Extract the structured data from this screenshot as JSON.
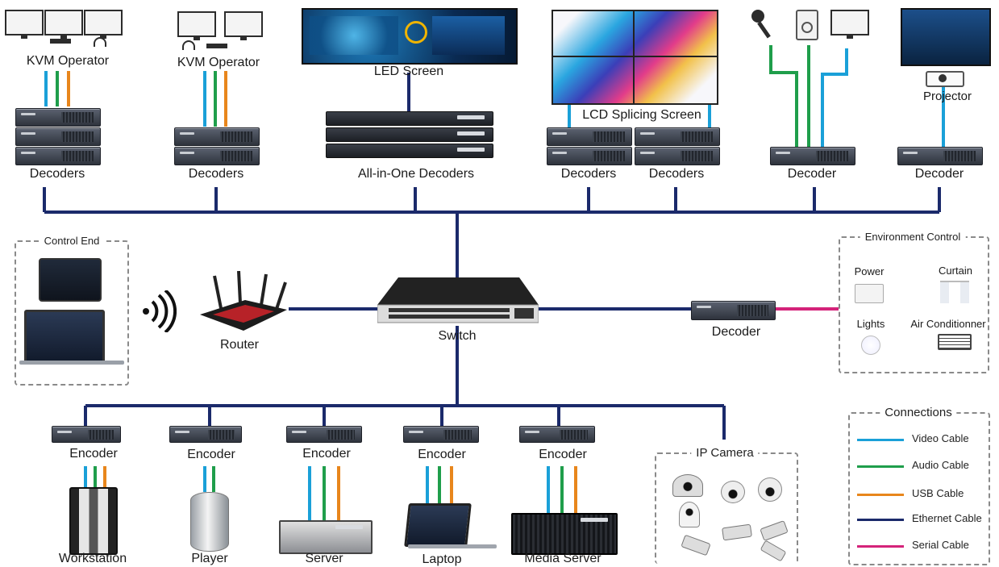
{
  "colors": {
    "video": "#1aa0d8",
    "audio": "#1f9e4b",
    "usb": "#e8861c",
    "ethernet": "#1b2a6b",
    "serial": "#d4237a"
  },
  "top": {
    "kvm1_label": "KVM Operator",
    "kvm2_label": "KVM Operator",
    "led_label": "LED Screen",
    "lcd_label": "LCD Splicing Screen",
    "projector_label": "Projector",
    "decoders1_label": "Decoders",
    "decoders2_label": "Decoders",
    "allinone_label": "All-in-One Decoders",
    "decoders3_label": "Decoders",
    "decoders4_label": "Decoders",
    "decoder5_label": "Decoder",
    "decoder6_label": "Decoder"
  },
  "middle": {
    "control_end_title": "Control End",
    "router_label": "Router",
    "switch_label": "Switch",
    "decoder_label": "Decoder",
    "env_title": "Environment Control",
    "env_items": {
      "power": "Power",
      "curtain": "Curtain",
      "lights": "Lights",
      "ac": "Air Conditionner"
    }
  },
  "bottom": {
    "encoders": [
      "Encoder",
      "Encoder",
      "Encoder",
      "Encoder",
      "Encoder"
    ],
    "sources": [
      "Workstation",
      "Player",
      "Server",
      "Laptop",
      "Media Server"
    ],
    "ipcam_title": "IP Camera"
  },
  "legend": {
    "title": "Connections",
    "items": [
      "Video Cable",
      "Audio Cable",
      "USB Cable",
      "Ethernet Cable",
      "Serial Cable"
    ]
  }
}
